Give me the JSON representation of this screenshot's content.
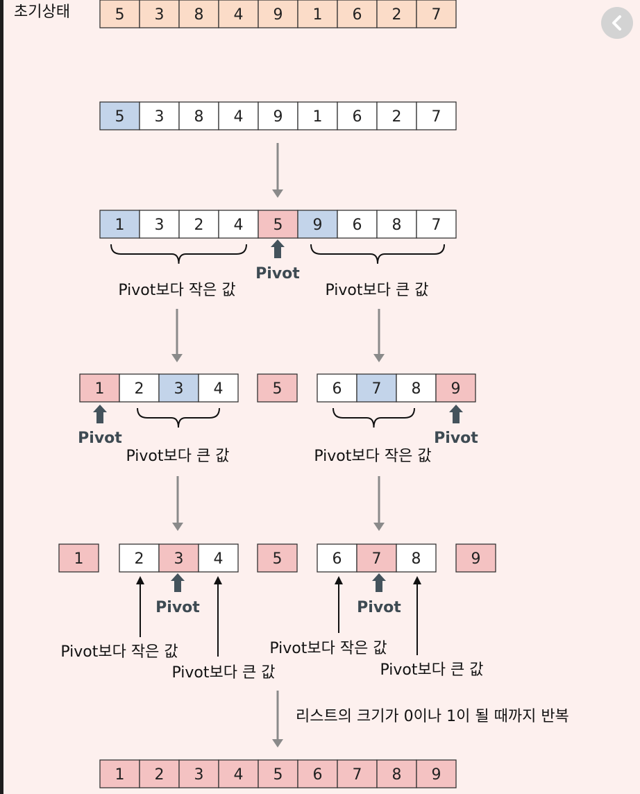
{
  "title": "초기상태",
  "colors": {
    "background": "#fdf0ee",
    "pivot_fill": "#f4c2c2",
    "compare_fill": "#c3d4ea",
    "initial_fill": "#fbdcc8",
    "white_fill": "#ffffff",
    "arrow_gray": "#8a8a8a",
    "pivot_arrow": "#44535c"
  },
  "rows": [
    {
      "name": "initial",
      "values": [
        "5",
        "3",
        "8",
        "4",
        "9",
        "1",
        "6",
        "2",
        "7"
      ]
    },
    {
      "name": "select-pivot",
      "values": [
        "5",
        "3",
        "8",
        "4",
        "9",
        "1",
        "6",
        "2",
        "7"
      ]
    },
    {
      "name": "partition-1",
      "values": [
        "1",
        "3",
        "2",
        "4",
        "5",
        "9",
        "6",
        "8",
        "7"
      ]
    },
    {
      "name": "partition-2-left",
      "values": [
        "1",
        "2",
        "3",
        "4"
      ]
    },
    {
      "name": "partition-2-mid",
      "values": [
        "5"
      ]
    },
    {
      "name": "partition-2-right",
      "values": [
        "6",
        "7",
        "8",
        "9"
      ]
    },
    {
      "name": "partition-3-a",
      "values": [
        "1"
      ]
    },
    {
      "name": "partition-3-b",
      "values": [
        "2",
        "3",
        "4"
      ]
    },
    {
      "name": "partition-3-c",
      "values": [
        "5"
      ]
    },
    {
      "name": "partition-3-d",
      "values": [
        "6",
        "7",
        "8"
      ]
    },
    {
      "name": "partition-3-e",
      "values": [
        "9"
      ]
    },
    {
      "name": "sorted",
      "values": [
        "1",
        "2",
        "3",
        "4",
        "5",
        "6",
        "7",
        "8",
        "9"
      ]
    }
  ],
  "labels": {
    "pivot": "Pivot",
    "smaller": "Pivot보다 작은 값",
    "larger": "Pivot보다 큰 값",
    "repeat_note": "리스트의 크기가 0이나 1이 될 때까지 반복"
  },
  "icons": {
    "back": "chevron-left-icon"
  }
}
